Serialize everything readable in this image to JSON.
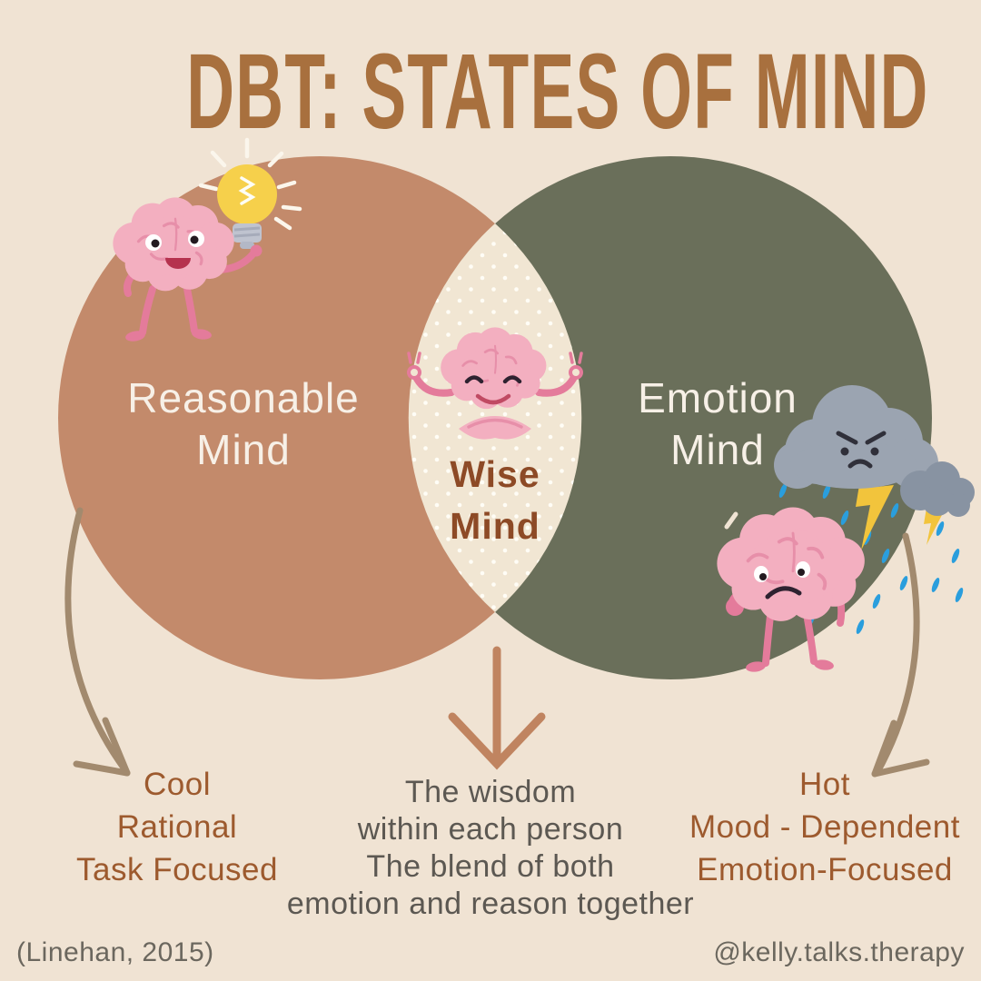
{
  "title": "DBT: STATES OF MIND",
  "venn": {
    "left": {
      "lines": [
        "Reasonable",
        "Mind"
      ]
    },
    "center": {
      "lines": [
        "Wise",
        "Mind"
      ]
    },
    "right": {
      "lines": [
        "Emotion",
        "Mind"
      ]
    }
  },
  "descriptions": {
    "left": {
      "lines": [
        "Cool",
        "Rational",
        "Task Focused"
      ]
    },
    "center": {
      "lines": [
        "The wisdom",
        "within each person",
        "The blend of both",
        "emotion and reason together"
      ]
    },
    "right": {
      "lines": [
        "Hot",
        "Mood - Dependent",
        "Emotion-Focused"
      ]
    }
  },
  "footer": {
    "citation": "(Linehan, 2015)",
    "handle": "@kelly.talks.therapy"
  },
  "icons": {
    "left_character": "happy-brain-with-lightbulb",
    "center_character": "meditating-brain",
    "right_character": "sad-brain-in-storm",
    "storm": "angry-storm-cloud-with-lightning-and-rain"
  },
  "colors": {
    "background": "#f0e3d3",
    "left_circle": "#c38a6b",
    "right_circle": "#6a6f5a",
    "lens": "#f1e6d3",
    "title": "#a8703e",
    "wise_mind_text": "#8d4a26",
    "rust_text": "#9d5a2e",
    "gray_text": "#5c5852",
    "footer_text": "#6b675e",
    "circle_label_text": "#f7f0e7",
    "arrow_tan": "#a28a6e",
    "arrow_terracotta": "#c08460",
    "brain_pink": "#f3afc0",
    "brain_limb_pink": "#e47b9b",
    "cloud_gray": "#9ba4b1",
    "lightning_yellow": "#f2c43c",
    "rain_blue": "#2a9edd",
    "bulb_yellow": "#f6d04b"
  }
}
